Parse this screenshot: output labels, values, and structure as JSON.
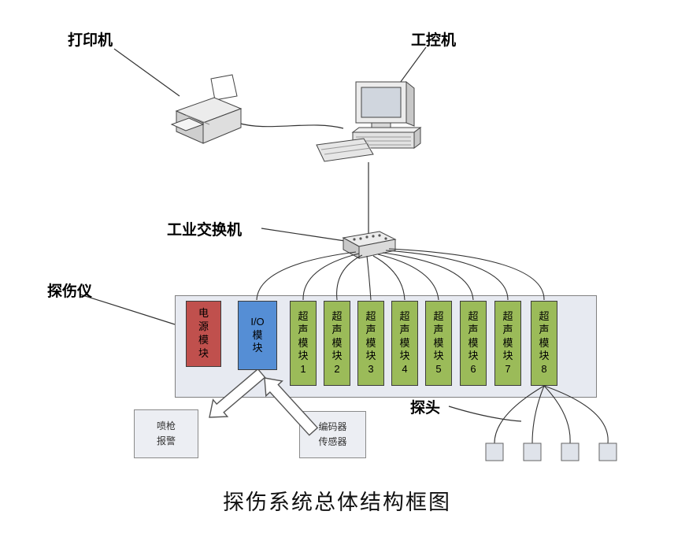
{
  "title": "探伤系统总体结构框图",
  "labels": {
    "printer": "打印机",
    "computer": "工控机",
    "switch": "工业交换机",
    "detector": "探伤仪",
    "probe": "探头"
  },
  "detector": {
    "power_module": "电\n源\n模\n块",
    "io_module": "I/O\n模\n块",
    "ultrasonic_modules": [
      "超\n声\n模\n块\n1",
      "超\n声\n模\n块\n2",
      "超\n声\n模\n块\n3",
      "超\n声\n模\n块\n4",
      "超\n声\n模\n块\n5",
      "超\n声\n模\n块\n6",
      "超\n声\n模\n块\n7",
      "超\n声\n模\n块\n8"
    ]
  },
  "peripherals": {
    "spray_alarm": "喷枪\n报警",
    "encoder_sensor": "编码器\n传感器"
  },
  "colors": {
    "power_module": "#c0504d",
    "io_module": "#558ed5",
    "ultrasonic_module": "#9bbb59",
    "detector_box": "#e7eaf1",
    "connector_line": "#333333"
  }
}
